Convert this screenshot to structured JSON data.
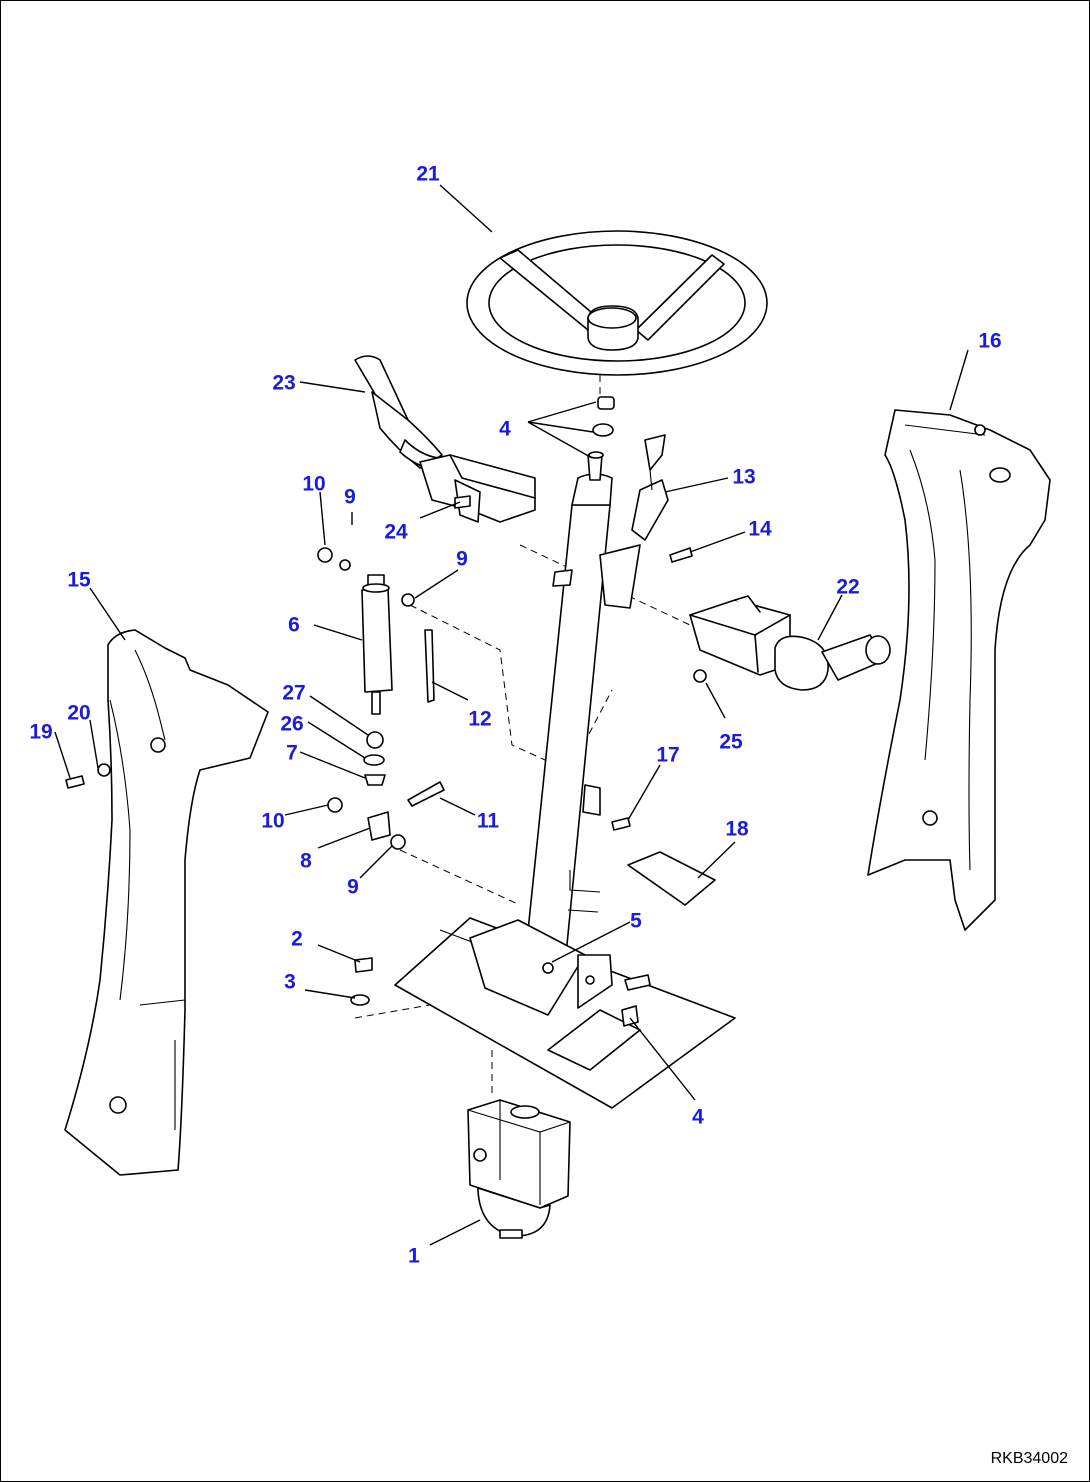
{
  "drawing": {
    "code": "RKB34002",
    "callout_color": "#1a1ae0",
    "callouts": [
      "21",
      "16",
      "23",
      "4",
      "13",
      "10",
      "9",
      "24",
      "14",
      "15",
      "9",
      "22",
      "6",
      "25",
      "12",
      "27",
      "20",
      "26",
      "19",
      "7",
      "17",
      "10",
      "11",
      "8",
      "18",
      "9",
      "5",
      "2",
      "3",
      "4",
      "1"
    ]
  }
}
